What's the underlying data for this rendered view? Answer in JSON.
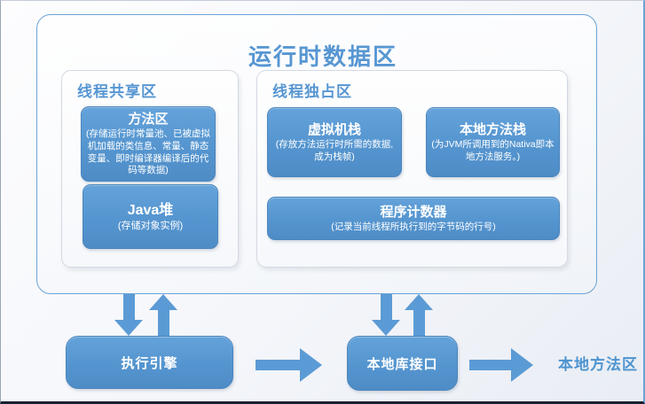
{
  "title": "运行时数据区",
  "sections": {
    "shared": {
      "title": "线程共享区",
      "method_area": {
        "title": "方法区",
        "desc": "(存储运行时常量池、已被虚拟机加载的类信息、常量、静态变量、即时编译器编译后的代码等数据)"
      },
      "java_heap": {
        "title": "Java堆",
        "desc": "(存储对象实例)"
      }
    },
    "exclusive": {
      "title": "线程独占区",
      "vm_stack": {
        "title": "虚拟机栈",
        "desc": "(存放方法运行时所需的数据, 成为栈帧)"
      },
      "native_method_stack": {
        "title": "本地方法栈",
        "desc": "(为JVM所调用到的Nativa即本地方法服务。)"
      },
      "program_counter": {
        "title": "程序计数器",
        "desc": "(记录当前线程所执行到的字节码的行号)"
      }
    }
  },
  "bottom": {
    "execution_engine": "执行引擎",
    "native_library_interface": "本地库接口",
    "native_method_area": "本地方法区"
  },
  "colors": {
    "box_blue": "#5b9bd5",
    "accent_text": "#5796d2",
    "outline_blue": "#6ba3d6"
  }
}
